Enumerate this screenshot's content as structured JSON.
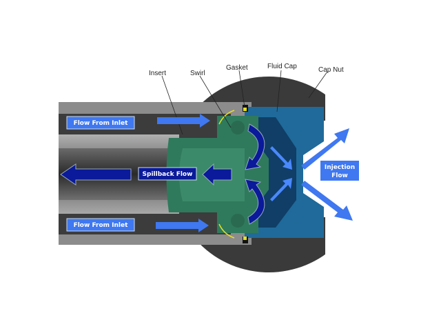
{
  "labels": {
    "insert": "Insert",
    "swirl": "Swirl",
    "gasket": "Gasket",
    "fluid_cap": "Fluid Cap",
    "cap_nut": "Cap Nut"
  },
  "flow_labels": {
    "inlet_top": "Flow From Inlet",
    "inlet_bottom": "Flow From Inlet",
    "spillback": "Spillback Flow",
    "injection_line1": "Injection",
    "injection_line2": "Flow"
  },
  "colors": {
    "cap_nut": "#3a3a3a",
    "tube": "#8a8a8a",
    "insert": "#2f7a5c",
    "fluid_cap": "#1f6a9a",
    "arrow_light": "#3f78f0",
    "arrow_dark": "#0a1a9a",
    "gasket": "#e6e020"
  }
}
